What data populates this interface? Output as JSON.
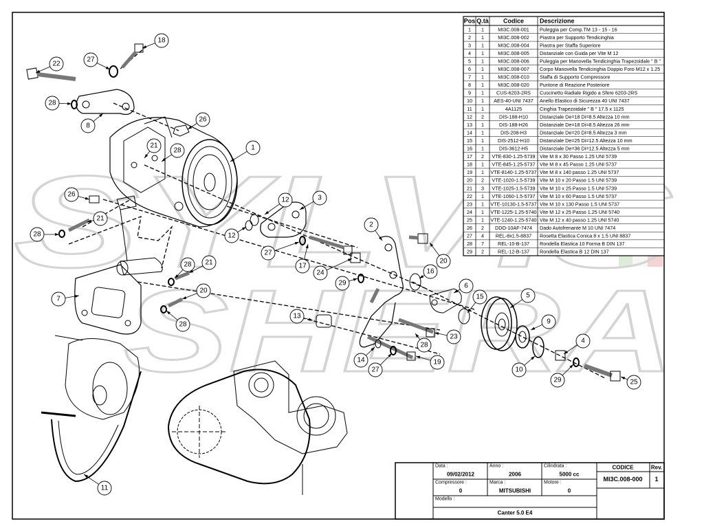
{
  "watermark": {
    "line1": "SYLVIS",
    "line2": "SHERA",
    "colors": {
      "green": "#cfe6c9",
      "white": "#f4f4f4",
      "red": "#f2c8c8"
    }
  },
  "bom": {
    "headers": [
      "Pos",
      "Q.tà",
      "Codice",
      "Descrizione"
    ],
    "rows": [
      [
        "1",
        "1",
        "MI3C.008-001",
        "Puleggia per Comp.TM 13 - 15 - 16"
      ],
      [
        "2",
        "1",
        "MI3C.008-002",
        "Piastra per Supporto Tendicinghia"
      ],
      [
        "3",
        "1",
        "MI3C.008-004",
        "Piastra per Staffa Superiore"
      ],
      [
        "4",
        "1",
        "MI3C.008-005",
        "Distanziale con Guida per Vite M 12"
      ],
      [
        "5",
        "1",
        "MI3C.008-006",
        "Puleggia per Manovella Tendicinghia Trapezoidale \" B \""
      ],
      [
        "6",
        "1",
        "MI3C.008-007",
        "Corpo Manovella Tendicinghia Doppio Foro M12 x 1.25"
      ],
      [
        "7",
        "1",
        "MI3C.008-010",
        "Staffa di Supporto Compressore"
      ],
      [
        "8",
        "1",
        "MI3C.008-020",
        "Puntone di Reazione Posteriore"
      ],
      [
        "9",
        "1",
        "CUS-6203-2RS",
        "Cuscinetto Radiale Rigido a Sfere 6203-2RS"
      ],
      [
        "10",
        "1",
        "AES-40-UNI 7437",
        "Anello Elastico di Sicurezza 40 UNI 7437"
      ],
      [
        "11",
        "1",
        "4A1125",
        "Cinghia Trapezoidale \" B \" 17.5 x 1125"
      ],
      [
        "12",
        "2",
        "DIS-188-H10",
        "Distanziale De=18 Di=8.5 Altezza 10 mm"
      ],
      [
        "13",
        "1",
        "DIS-188-H26",
        "Distanziale De=18 Di=8.5 Altezza 26 mm"
      ],
      [
        "14",
        "1",
        "DIS-208-H3",
        "Distanziale De=20 Di=8.5 Altezza 3 mm"
      ],
      [
        "15",
        "1",
        "DIS-2512-H10",
        "Distanziale De=25 Di=12.5 Altezza 10 mm"
      ],
      [
        "16",
        "1",
        "DIS-3612-H5",
        "Distanziale De=36 Di=12.5 Altezza 5 mm"
      ],
      [
        "17",
        "2",
        "VTE-830-1.25-5739",
        "Vite M 8 x 30 Passo 1.25 UNI 5739"
      ],
      [
        "18",
        "1",
        "VTE-845-1.25-5737",
        "Vite M 8 x 45 Passo 1.25 UNI 5737"
      ],
      [
        "19",
        "1",
        "VTE-8140-1.25-5737",
        "Vite M 8 x 140 passo 1.25 UNI 5737"
      ],
      [
        "20",
        "2",
        "VTE-1020-1.5-5739",
        "Vite M 10 x 20 Passo 1.5 UNI 5739"
      ],
      [
        "21",
        "3",
        "VTE-1025-1.5-5739",
        "Vite M 10 x 25 Passo 1.5 UNI 5739"
      ],
      [
        "22",
        "1",
        "VTE-1060-1.5-5737",
        "Vite M 10 x 60 Passo 1.5 UNI 5737"
      ],
      [
        "23",
        "1",
        "VTE-10130-1.5-5737",
        "Vite M 10 x 130 Passo 1.5 UNI 5737"
      ],
      [
        "24",
        "1",
        "VTE-1225-1.25-5740",
        "Vite M 12 x 25 Passo 1.25 UNI 5740"
      ],
      [
        "25",
        "1",
        "VTE-1240-1.25-5740",
        "Vite M 12 x 40 passo 1.25 UNI 5740"
      ],
      [
        "26",
        "2",
        "DDO-10AF-7474",
        "Dado Autofrenante M 10 UNI 7474"
      ],
      [
        "27",
        "4",
        "REL-8x1.5-8837",
        "Rosetta Elastica Conica 8 x 1.5 UNI 8837"
      ],
      [
        "28",
        "7",
        "REL-10-B-137",
        "Rondella Elastica 10 Forma B DIN 137"
      ],
      [
        "29",
        "2",
        "REL-12-B-137",
        "Rondella Elastica B 12 DIN 137"
      ]
    ]
  },
  "title_block": {
    "data_label": "Data :",
    "data_value": "09/02/2012",
    "anno_label": "Anno :",
    "anno_value": "2006",
    "cilindrata_label": "Cilindrata :",
    "cilindrata_value": "5000 cc",
    "compressore_label": "Compressore :",
    "compressore_value": "0",
    "marca_label": "Marca :",
    "marca_value": "MITSUBISHI",
    "motore_label": "Motore :",
    "motore_value": "0",
    "modello_label": "Modello :",
    "modello_value": "Canter 5.0 E4",
    "codice_label": "CODICE",
    "codice_value": "MI3C.008-000",
    "rev_label": "Rev.",
    "rev_value": "1"
  },
  "callouts": [
    "1",
    "2",
    "3",
    "4",
    "5",
    "6",
    "7",
    "8",
    "9",
    "10",
    "11",
    "12",
    "12",
    "13",
    "14",
    "15",
    "16",
    "17",
    "18",
    "19",
    "20",
    "20",
    "21",
    "21",
    "21",
    "22",
    "23",
    "24",
    "25",
    "26",
    "26",
    "27",
    "27",
    "27",
    "28",
    "28",
    "28",
    "28",
    "28",
    "28",
    "29",
    "29"
  ]
}
